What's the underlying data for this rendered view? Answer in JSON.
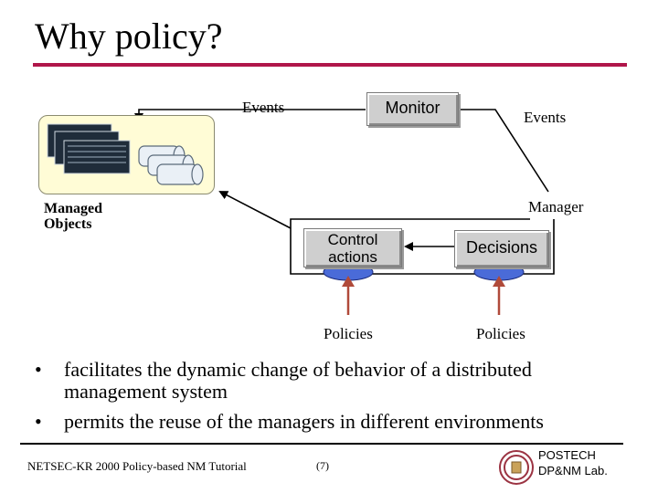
{
  "title": "Why policy?",
  "diagram": {
    "monitor": "Monitor",
    "events_left": "Events",
    "events_right": "Events",
    "managed_objects_line1": "Managed",
    "managed_objects_line2": "Objects",
    "manager": "Manager",
    "control_actions_line1": "Control",
    "control_actions_line2": "actions",
    "decisions": "Decisions",
    "policies_left": "Policies",
    "policies_right": "Policies"
  },
  "bullets": [
    "facilitates the dynamic change of behavior of a distributed management system",
    "permits the reuse of the managers in different environments"
  ],
  "bullet_symbol": "•",
  "footer": {
    "left": "NETSEC-KR 2000 Policy-based NM Tutorial",
    "page": "(7)",
    "org_line1": "POSTECH",
    "org_line2": "DP&NM Lab."
  },
  "colors": {
    "title_rule": "#b0164a",
    "managed_box": "#fffcd6",
    "policy_arrow": "#b04a3a",
    "policy_ellipse": "#4a6bd8",
    "button_face": "#cfcfcf"
  },
  "icons": [
    "computer-icon",
    "cylinder-icon",
    "arrow-icon",
    "university-logo-icon"
  ]
}
